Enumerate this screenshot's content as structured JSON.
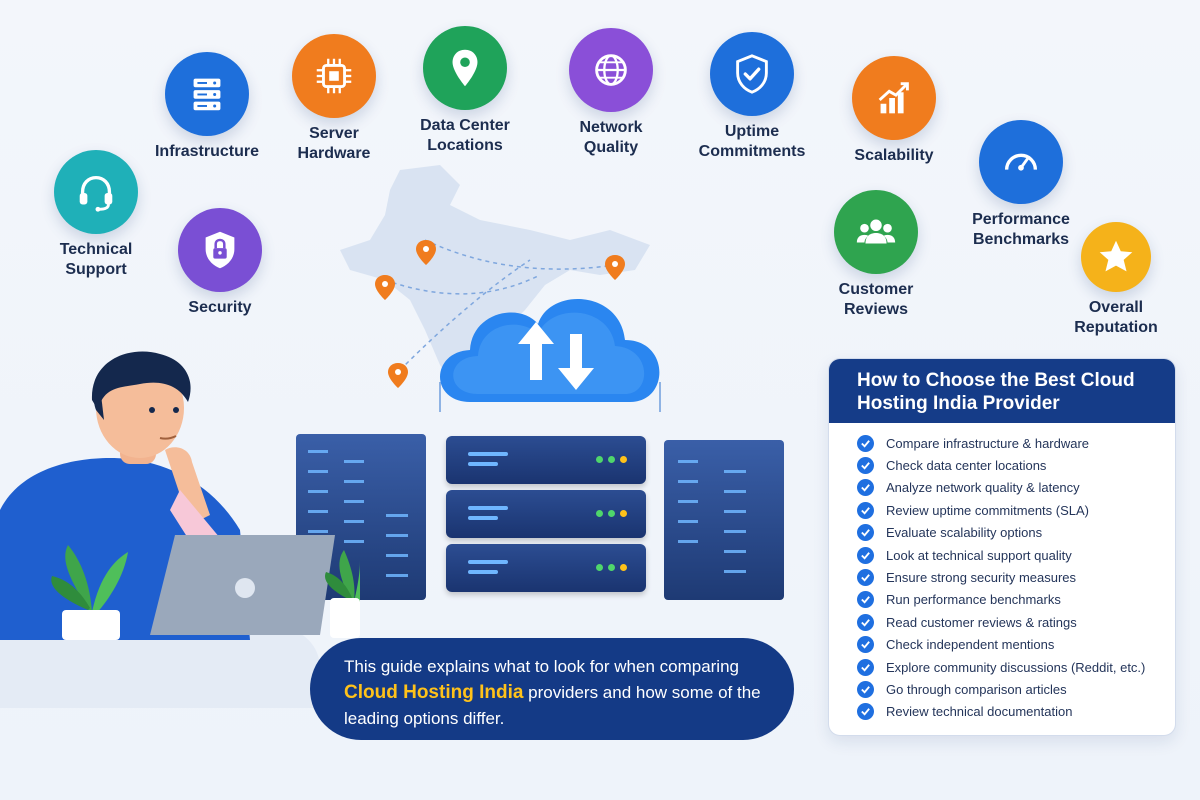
{
  "features": [
    {
      "id": "technical-support",
      "label": "Technical\nSupport",
      "icon": "headset-icon",
      "color": "#1fb0b8"
    },
    {
      "id": "infrastructure",
      "label": "Infrastructure",
      "icon": "server-stack-icon",
      "color": "#1e6fdb"
    },
    {
      "id": "security",
      "label": "Security",
      "icon": "lock-shield-icon",
      "color": "#7a4fd4"
    },
    {
      "id": "server-hardware",
      "label": "Server\nHardware",
      "icon": "chip-icon",
      "color": "#f07c1e"
    },
    {
      "id": "data-center-locations",
      "label": "Data Center\nLocations",
      "icon": "location-pin-icon",
      "color": "#1fa35a"
    },
    {
      "id": "network-quality",
      "label": "Network\nQuality",
      "icon": "globe-icon",
      "color": "#8a4fd8"
    },
    {
      "id": "uptime-commitments",
      "label": "Uptime\nCommitments",
      "icon": "shield-check-icon",
      "color": "#1e6fdb"
    },
    {
      "id": "scalability",
      "label": "Scalability",
      "icon": "growth-chart-icon",
      "color": "#f07c1e"
    },
    {
      "id": "performance-benchmarks",
      "label": "Performance\nBenchmarks",
      "icon": "speedometer-icon",
      "color": "#1e6fdb"
    },
    {
      "id": "customer-reviews",
      "label": "Customer\nReviews",
      "icon": "users-icon",
      "color": "#2fa44f"
    },
    {
      "id": "overall-reputation",
      "label": "Overall\nReputation",
      "icon": "star-icon",
      "color": "#f5b21a"
    }
  ],
  "caption": {
    "before": "This guide explains what to look for when comparing ",
    "highlight": "Cloud Hosting India",
    "after": " providers and how some of the leading options differ."
  },
  "checklist": {
    "title": "How to Choose the Best Cloud Hosting India Provider",
    "items": [
      "Compare infrastructure & hardware",
      "Check data center locations",
      "Analyze network quality & latency",
      "Review uptime commitments (SLA)",
      "Evaluate scalability options",
      "Look at technical support quality",
      "Ensure strong security measures",
      "Run performance benchmarks",
      "Read customer reviews & ratings",
      "Check independent mentions",
      "Explore community discussions (Reddit, etc.)",
      "Go through comparison articles",
      "Review technical documentation"
    ]
  },
  "colors": {
    "navy": "#153c88",
    "accent_blue": "#1f6fe0",
    "highlight_yellow": "#ffc21a",
    "cloud_blue": "#2a86f0"
  }
}
